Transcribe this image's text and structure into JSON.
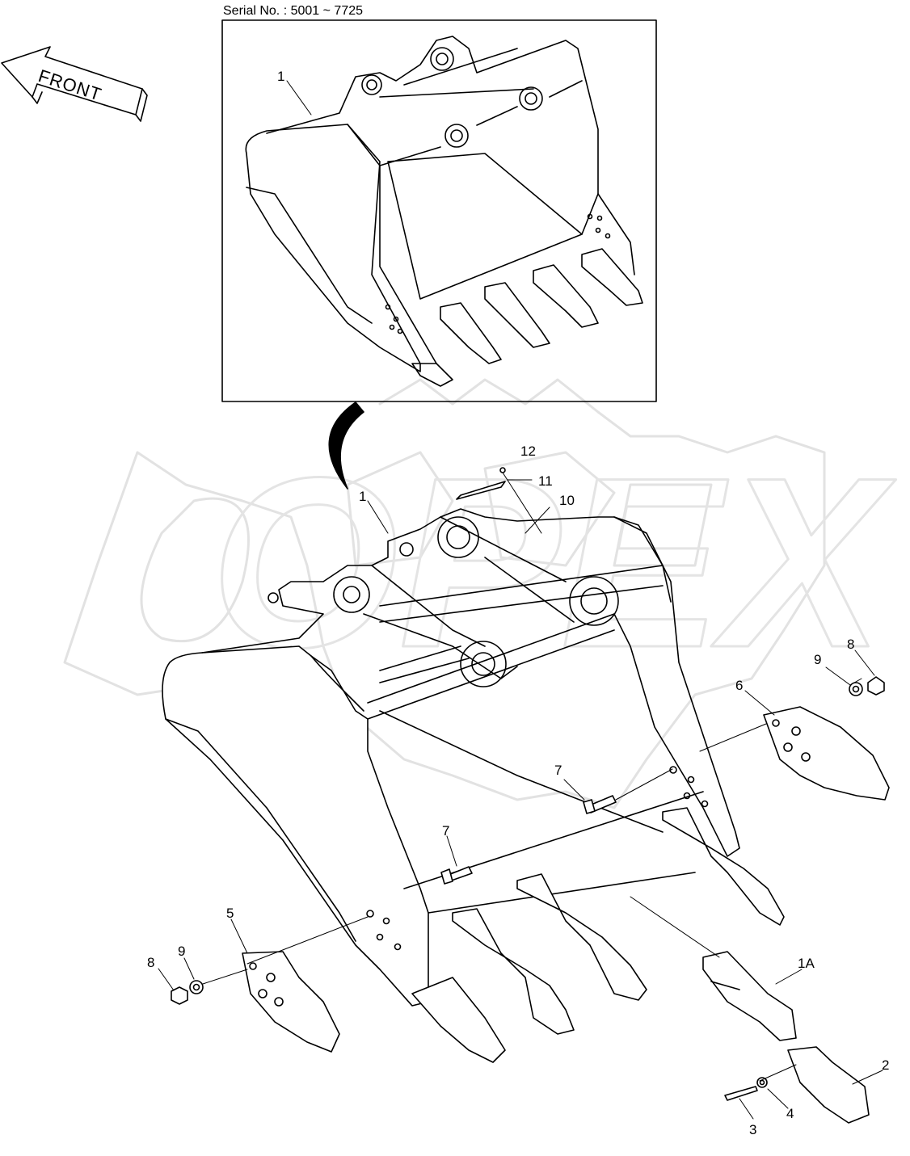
{
  "header": {
    "serial": "Serial No. : 5001 ~ 7725"
  },
  "direction": {
    "text": "FRONT",
    "icon": "front-arrow-icon"
  },
  "watermark": {
    "text": "OPEX",
    "icon": "gear-watermark-icon",
    "color": "#e6e6e6"
  },
  "callouts": {
    "inset_1": "1",
    "main_1": "1",
    "n12": "12",
    "n11": "11",
    "n10": "10",
    "n9_right": "9",
    "n8_right": "8",
    "n6": "6",
    "n7_upper": "7",
    "n7_lower": "7",
    "n5": "5",
    "n9_left": "9",
    "n8_left": "8",
    "n1A": "1A",
    "n2": "2",
    "n3": "3",
    "n4": "4"
  },
  "colors": {
    "line": "#000000",
    "background": "#ffffff"
  }
}
